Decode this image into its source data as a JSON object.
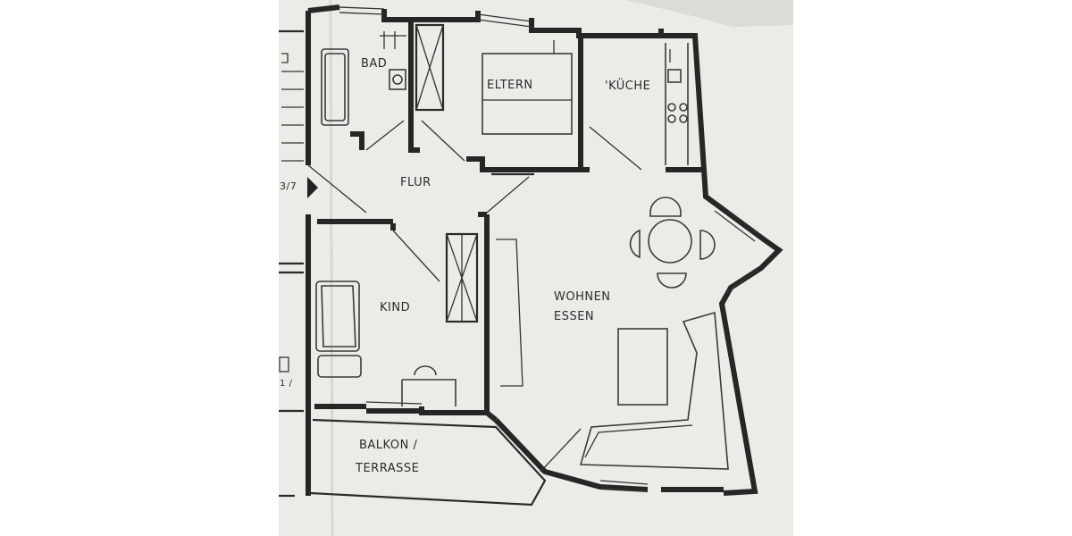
{
  "rooms": {
    "bad": "BAD",
    "eltern": "ELTERN",
    "kueche": "'KÜCHE",
    "flur": "FLUR",
    "kind": "KIND",
    "wohnen": "WOHNEN",
    "essen": "ESSEN",
    "balkon": "BALKON /",
    "terrasse": "TERRASSE"
  },
  "neighbor_fragments": {
    "left_mark": "3/7",
    "left_mark2": "1 /"
  },
  "colors": {
    "paper": "#ebebe7",
    "line": "#262626"
  }
}
